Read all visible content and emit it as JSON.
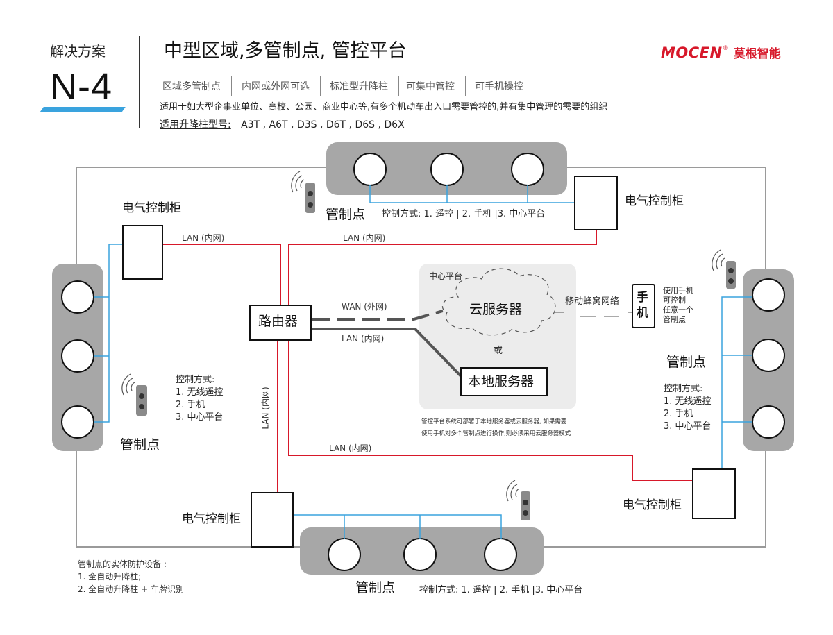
{
  "header": {
    "solution_label": "解决方案",
    "solution_code": "N-4",
    "title": "中型区域,多管制点, 管控平台",
    "tags": [
      "区域多管制点",
      "内网或外网可选",
      "标准型升降柱",
      "可集中管控",
      "可手机操控"
    ],
    "description": "适用于如大型企事业单位、高校、公园、商业中心等,有多个机动车出入口需要管控的,并有集中管理的需要的组织",
    "models_label": "适用升降柱型号:",
    "models_value": "A3T , A6T , D3S , D6T , D6S , D6X"
  },
  "brand": {
    "logo_text": "MOCEN",
    "registered_mark": "®",
    "name_cn": "莫根智能",
    "color": "#d7182a"
  },
  "colors": {
    "lan_line": "#d7182a",
    "blue_line": "#3aa3de",
    "accent_bar": "#3aa3de",
    "bollard_bar": "#a7a7a7",
    "platform_bg": "#ececec"
  },
  "nodes": {
    "router": "路由器",
    "cabinet_label": "电气控制柜",
    "checkpoint_label": "管制点",
    "cloud_server": "云服务器",
    "local_server": "本地服务器",
    "or_label": "或",
    "platform_label": "中心平台",
    "phone_label": "手机"
  },
  "links": {
    "lan": "LAN (内网)",
    "wan": "WAN (外网)",
    "mobile_network": "移动蜂窝网络"
  },
  "control": {
    "title": "控制方式:",
    "inline": "控制方式: 1. 遥控 | 2. 手机 |3. 中心平台",
    "items": [
      "1. 无线遥控",
      "2. 手机",
      "3. 中心平台"
    ]
  },
  "phone_note": [
    "使用手机",
    "可控制",
    "任意一个",
    "管制点"
  ],
  "platform_note": [
    "管控平台系统可部署于本地服务器或云服务器, 如果需要",
    "使用手机对多个管制点进行操作,则必须采用云服务器模式"
  ],
  "legend": {
    "title": "管制点的实体防护设备 :",
    "items": [
      "1. 全自动升降柱;",
      "2. 全自动升降柱 + 车牌识别"
    ]
  }
}
